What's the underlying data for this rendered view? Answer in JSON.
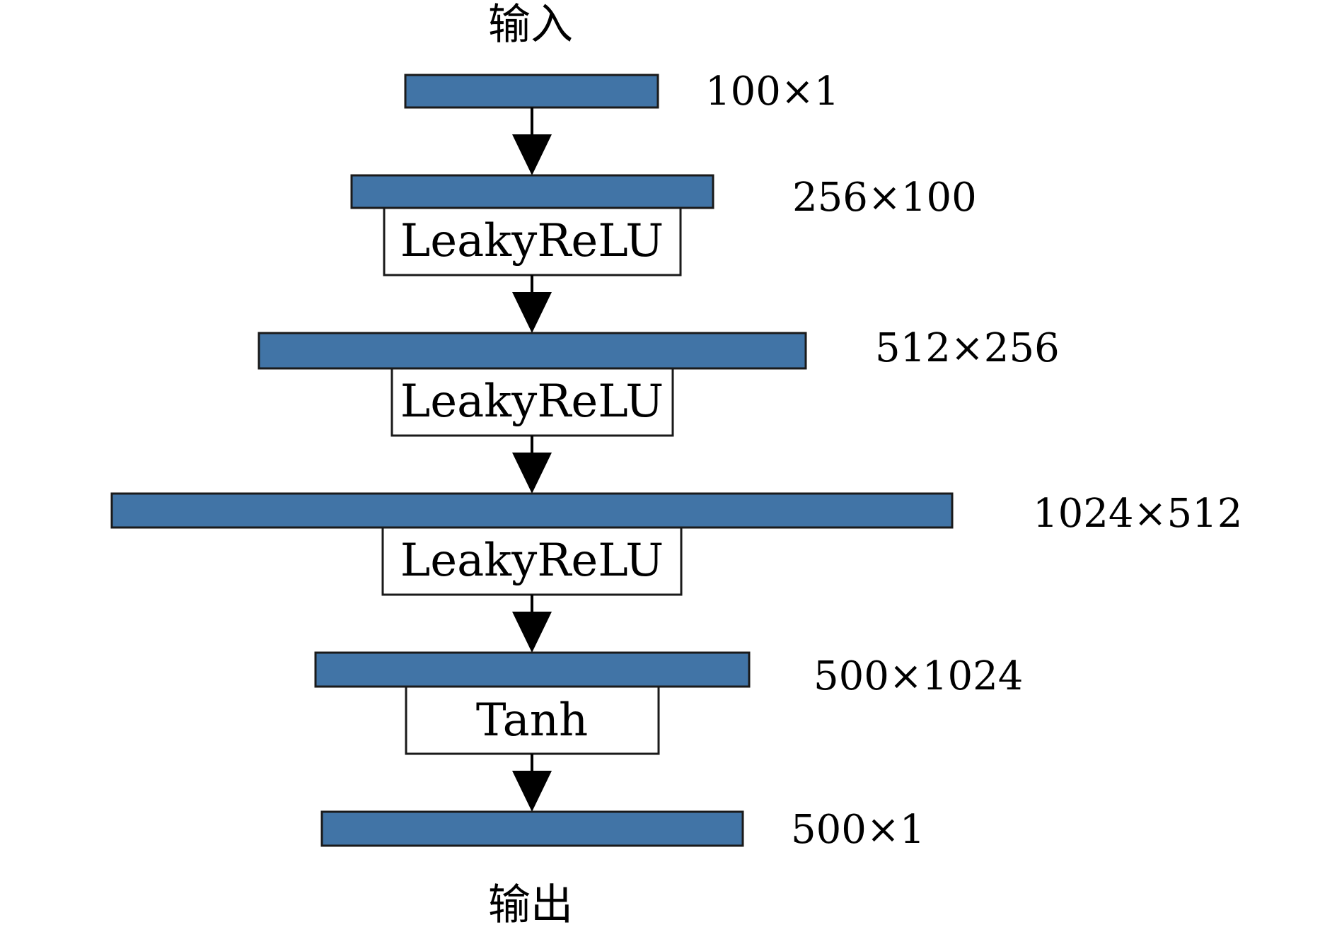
{
  "diagram": {
    "input_label": "输入",
    "output_label": "输出",
    "colors": {
      "layer_fill": "#4174a6",
      "outline": "#1a1a1a"
    },
    "layers": [
      {
        "dims": "100×1"
      },
      {
        "dims": "256×100",
        "activation": "LeakyReLU"
      },
      {
        "dims": "512×256",
        "activation": "LeakyReLU"
      },
      {
        "dims": "1024×512",
        "activation": "LeakyReLU"
      },
      {
        "dims": "500×1024",
        "activation": "Tanh"
      },
      {
        "dims": "500×1"
      }
    ]
  }
}
